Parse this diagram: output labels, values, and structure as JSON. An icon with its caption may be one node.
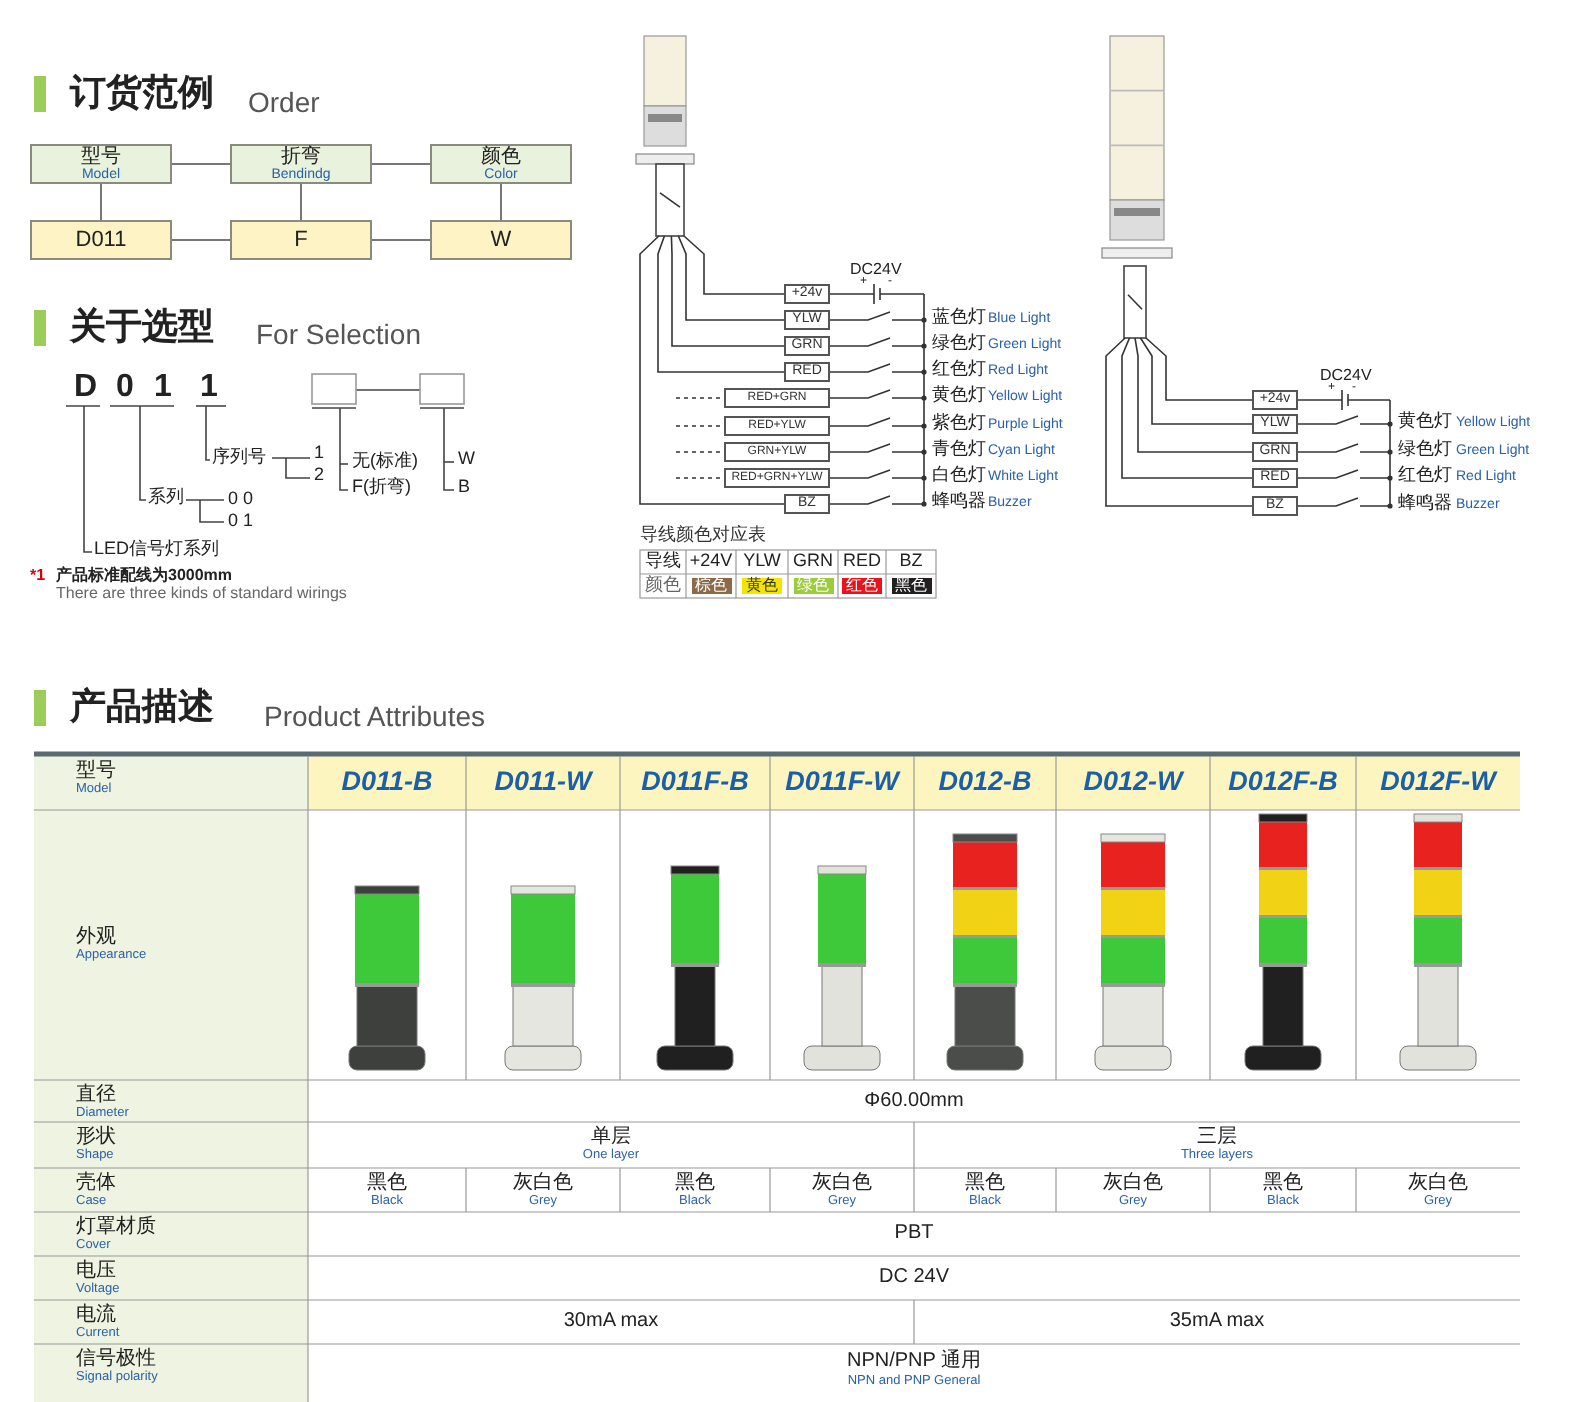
{
  "diagram": {
    "nodes": [
      {
        "text": [
          "型号",
          "Model"
        ]
      },
      {
        "text": [
          "折弯",
          "Bendindg"
        ]
      },
      {
        "text": [
          "颜色",
          "Color"
        ]
      },
      {
        "text": [
          "D011"
        ]
      },
      {
        "text": [
          "F"
        ]
      },
      {
        "text": [
          "W"
        ]
      }
    ],
    "edges": [
      {
        "from": 0,
        "to": 1,
        "arrow": "none"
      },
      {
        "from": 1,
        "to": 2,
        "arrow": "none"
      },
      {
        "from": 0,
        "to": 3,
        "arrow": "none"
      },
      {
        "from": 1,
        "to": 4,
        "arrow": "none"
      },
      {
        "from": 2,
        "to": 5,
        "arrow": "none"
      },
      {
        "from": 3,
        "to": 4,
        "arrow": "none"
      },
      {
        "from": 4,
        "to": 5,
        "arrow": "none"
      }
    ],
    "labels": [
      "订货范例",
      "Order",
      "关于选型",
      "For Selection",
      "D",
      "0",
      "1",
      "1",
      "序列号",
      "1",
      "2",
      "无(标准)",
      "F(折弯)",
      "W",
      "B",
      "系列",
      "0 0",
      "0 1",
      "LED信号灯系列",
      "*1",
      "产品标准配线为3000mm",
      "There are three kinds of standard wirings",
      "DC24V",
      "+",
      "-",
      "+24v",
      "YLW",
      "蓝色灯",
      "Blue Light",
      "GRN",
      "绿色灯",
      "Green Light",
      "RED",
      "红色灯",
      "Red Light",
      "RED+GRN",
      "黄色灯",
      "Yellow Light",
      "RED+YLW",
      "紫色灯",
      "Purple Light",
      "GRN+YLW",
      "青色灯",
      "Cyan Light",
      "RED+GRN+YLW",
      "白色灯",
      "White Light",
      "BZ",
      "蜂鸣器",
      "Buzzer",
      "导线颜色对应表",
      "导线",
      "+24V",
      "YLW",
      "GRN",
      "RED",
      "BZ",
      "颜色",
      "棕色",
      "黄色",
      "绿色",
      "红色",
      "黑色",
      "DC24V",
      "+",
      "-",
      "+24v",
      "YLW",
      "黄色灯",
      "Yellow Light",
      "GRN",
      "绿色灯",
      "Green Light",
      "RED",
      "红色灯",
      "Red Light",
      "BZ",
      "蜂鸣器",
      "Buzzer",
      "产品描述",
      "Product Attributes",
      "型号",
      "Model",
      "D011-B",
      "D011-W",
      "D011F-B",
      "D011F-W",
      "D012-B",
      "D012-W",
      "D012F-B",
      "D012F-W",
      "外观",
      "Appearance",
      "直径",
      "Diameter",
      "Φ60.00mm",
      "形状",
      "Shape",
      "单层",
      "One layer",
      "三层",
      "Three layers",
      "壳体",
      "Case",
      "黑色",
      "Black",
      "灰白色",
      "Grey",
      "黑色",
      "Black",
      "灰白色",
      "Grey",
      "黑色",
      "Black",
      "灰白色",
      "Grey",
      "黑色",
      "Black",
      "灰白色",
      "Grey",
      "灯罩材质",
      "Cover",
      "PBT",
      "电压",
      "Voltage",
      "DC 24V",
      "电流",
      "Current",
      "30mA max",
      "35mA max",
      "信号极性",
      "Signal polarity",
      "NPN/PNP 通用",
      "NPN and PNP General"
    ]
  }
}
